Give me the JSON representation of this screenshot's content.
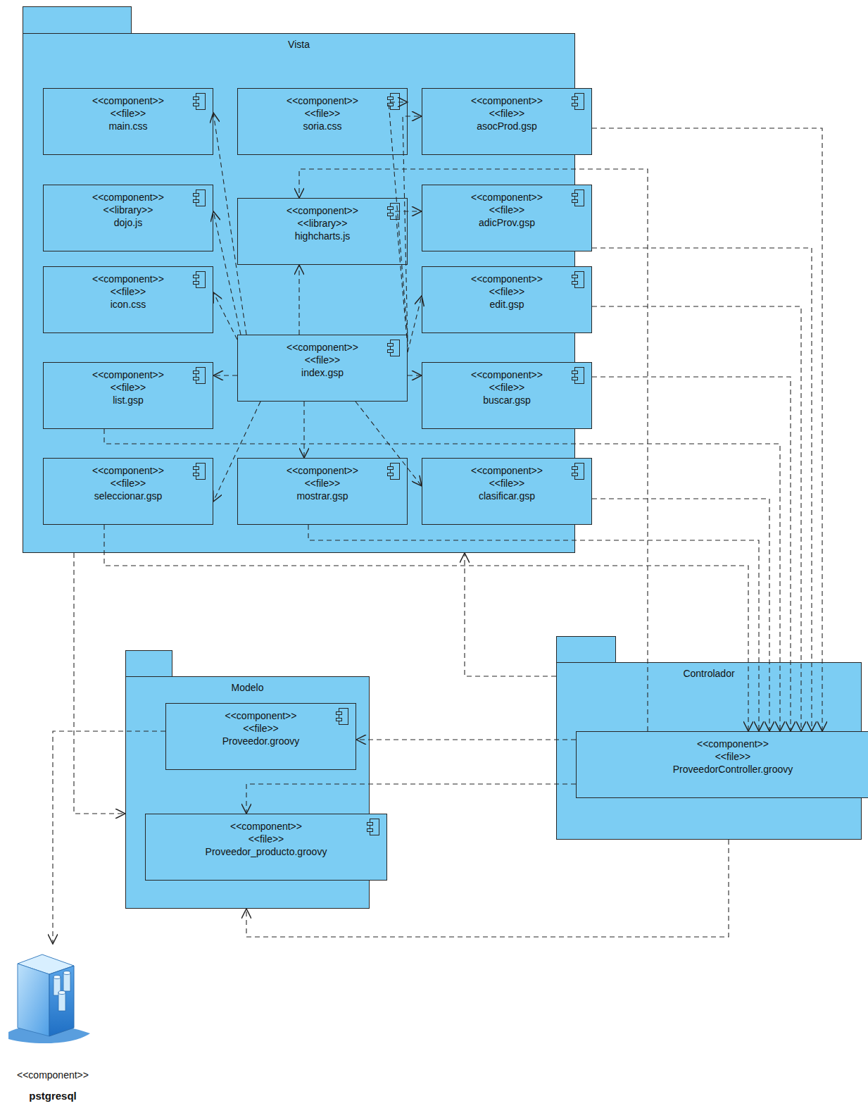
{
  "diagram": {
    "nodes": [
      {
        "text": [
          "Vista"
        ]
      },
      {
        "text": [
          "<<component>>",
          "<<file>>",
          "main.css"
        ],
        "in": 0
      },
      {
        "text": [
          "<<component>>",
          "<<file>>",
          "soria.css"
        ],
        "in": 0
      },
      {
        "text": [
          "<<component>>",
          "<<file>>",
          "asocProd.gsp"
        ],
        "in": 0
      },
      {
        "text": [
          "<<component>>",
          "<<library>>",
          "dojo.js"
        ],
        "in": 0
      },
      {
        "text": [
          "<<component>>",
          "<<library>>",
          "highcharts.js"
        ],
        "in": 0
      },
      {
        "text": [
          "<<component>>",
          "<<file>>",
          "adicProv.gsp"
        ],
        "in": 0
      },
      {
        "text": [
          "<<component>>",
          "<<file>>",
          "icon.css"
        ],
        "in": 0
      },
      {
        "text": [
          "<<component>>",
          "<<file>>",
          "edit.gsp"
        ],
        "in": 0
      },
      {
        "text": [
          "<<component>>",
          "<<file>>",
          "index.gsp"
        ],
        "in": 0
      },
      {
        "text": [
          "<<component>>",
          "<<file>>",
          "list.gsp"
        ],
        "in": 0
      },
      {
        "text": [
          "<<component>>",
          "<<file>>",
          "buscar.gsp"
        ],
        "in": 0
      },
      {
        "text": [
          "<<component>>",
          "<<file>>",
          "seleccionar.gsp"
        ],
        "in": 0
      },
      {
        "text": [
          "<<component>>",
          "<<file>>",
          "mostrar.gsp"
        ],
        "in": 0
      },
      {
        "text": [
          "<<component>>",
          "<<file>>",
          "clasificar.gsp"
        ],
        "in": 0
      },
      {
        "text": [
          "Modelo"
        ]
      },
      {
        "text": [
          "<<component>>",
          "<<file>>",
          "Proveedor.groovy"
        ],
        "in": 15
      },
      {
        "text": [
          "<<component>>",
          "<<file>>",
          "Proveedor_producto.groovy"
        ],
        "in": 15
      },
      {
        "text": [
          "Controlador"
        ]
      },
      {
        "text": [
          "<<component>>",
          "<<file>>",
          "ProveedorController.groovy"
        ],
        "in": 18
      },
      {
        "text": [
          "<<component>>",
          "pstgresql"
        ]
      }
    ],
    "edges": [
      {
        "from": 9,
        "to": 1,
        "arrow": "to"
      },
      {
        "from": 9,
        "to": 4,
        "arrow": "to"
      },
      {
        "from": 9,
        "to": 7,
        "arrow": "to"
      },
      {
        "from": 9,
        "to": 10,
        "arrow": "to"
      },
      {
        "from": 9,
        "to": 12,
        "arrow": "to"
      },
      {
        "from": 9,
        "to": 13,
        "arrow": "to"
      },
      {
        "from": 9,
        "to": 14,
        "arrow": "to"
      },
      {
        "from": 9,
        "to": 11,
        "arrow": "to"
      },
      {
        "from": 9,
        "to": 8,
        "arrow": "to"
      },
      {
        "from": 9,
        "to": 6,
        "arrow": "to"
      },
      {
        "from": 9,
        "to": 3,
        "arrow": "to"
      },
      {
        "from": 9,
        "to": 2,
        "arrow": "to"
      },
      {
        "from": 9,
        "to": 5,
        "arrow": "to"
      },
      {
        "from": 3,
        "to": 19,
        "arrow": "to"
      },
      {
        "from": 6,
        "to": 19,
        "arrow": "to"
      },
      {
        "from": 8,
        "to": 19,
        "arrow": "to"
      },
      {
        "from": 11,
        "to": 19,
        "arrow": "to"
      },
      {
        "from": 10,
        "to": 19,
        "arrow": "to"
      },
      {
        "from": 14,
        "to": 19,
        "arrow": "to"
      },
      {
        "from": 13,
        "to": 19,
        "arrow": "to"
      },
      {
        "from": 12,
        "to": 19,
        "arrow": "to"
      },
      {
        "from": 19,
        "to": 5,
        "arrow": "to"
      },
      {
        "from": 18,
        "to": 0,
        "arrow": "to"
      },
      {
        "from": 19,
        "to": 16,
        "arrow": "to"
      },
      {
        "from": 19,
        "to": 17,
        "arrow": "to"
      },
      {
        "from": 18,
        "to": 15,
        "arrow": "to"
      },
      {
        "from": 0,
        "to": 15,
        "arrow": "to"
      },
      {
        "from": 16,
        "to": 20,
        "arrow": "to"
      }
    ]
  }
}
